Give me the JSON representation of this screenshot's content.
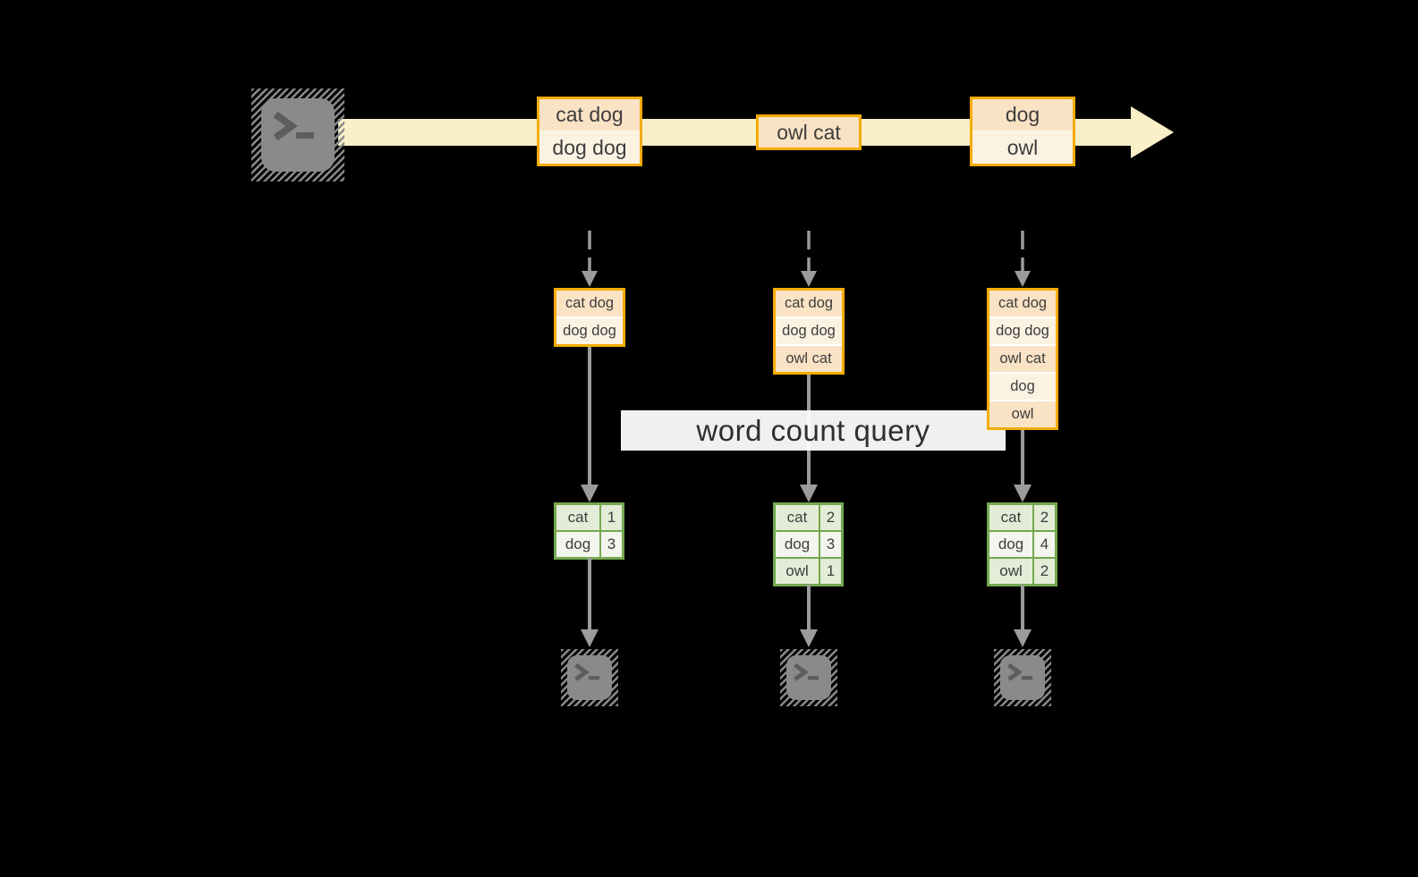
{
  "colors": {
    "background": "#000000",
    "stream_band": "#FAEFC7",
    "message_border": "#F3AC02",
    "cell_peach": "#FAE3C5",
    "cell_ivory": "#FCF2E2",
    "table_border": "#74A850",
    "table_row_a": "#E3ECD7",
    "table_row_b": "#F2F6EC",
    "arrow_gray": "#9B9B9B",
    "icon_gray": "#8A8A8A",
    "text": "#3D3D3D"
  },
  "icons": {
    "source": "terminal-icon",
    "sink": "terminal-icon",
    "stream_end": "arrow-right"
  },
  "query_banner": {
    "label": "word count query"
  },
  "stream": {
    "boxes": [
      {
        "cells": [
          "cat dog",
          "dog dog"
        ]
      },
      {
        "cells": [
          "owl cat"
        ]
      },
      {
        "cells": [
          "dog",
          "owl"
        ]
      }
    ]
  },
  "pipelines": [
    {
      "buffer": [
        "cat dog",
        "dog dog"
      ],
      "counts": [
        {
          "word": "cat",
          "count": "1"
        },
        {
          "word": "dog",
          "count": "3"
        }
      ]
    },
    {
      "buffer": [
        "cat dog",
        "dog dog",
        "owl cat"
      ],
      "counts": [
        {
          "word": "cat",
          "count": "2"
        },
        {
          "word": "dog",
          "count": "3"
        },
        {
          "word": "owl",
          "count": "1"
        }
      ]
    },
    {
      "buffer": [
        "cat dog",
        "dog dog",
        "owl cat",
        "dog",
        "owl"
      ],
      "counts": [
        {
          "word": "cat",
          "count": "2"
        },
        {
          "word": "dog",
          "count": "4"
        },
        {
          "word": "owl",
          "count": "2"
        }
      ]
    }
  ]
}
